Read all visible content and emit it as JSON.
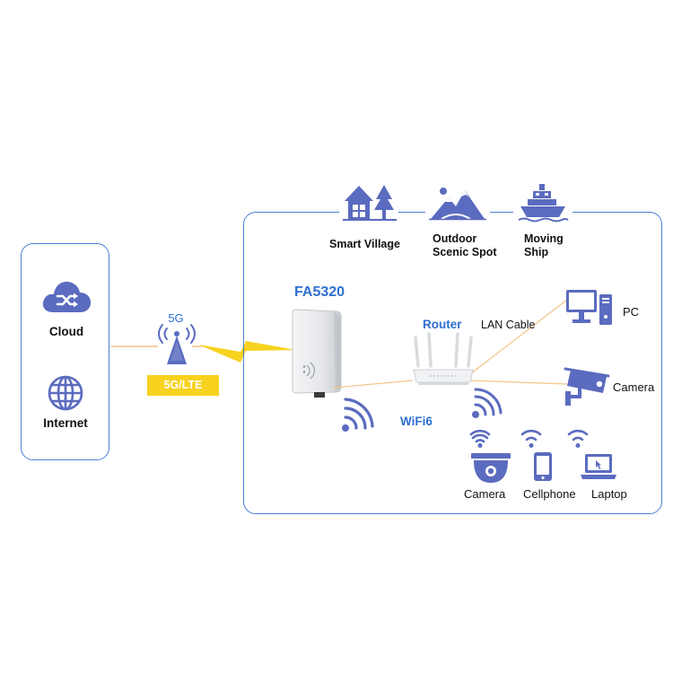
{
  "colors": {
    "accent": "#2e6fd0",
    "icon": "#5b6bbf",
    "panel_border": "#4a7fd4",
    "link_line": "#f5c48a",
    "lightning": "#f7d21e"
  },
  "left_panel": {
    "items": [
      {
        "label": "Cloud",
        "icon": "cloud-shuffle-icon"
      },
      {
        "label": "Internet",
        "icon": "globe-icon"
      }
    ]
  },
  "tower": {
    "label": "5G",
    "icon": "cell-tower-icon",
    "badge": "5G/LTE"
  },
  "scenes": [
    {
      "label_line1": "Smart Village",
      "label_line2": "",
      "icon": "village-icon"
    },
    {
      "label_line1": "Outdoor",
      "label_line2": "Scenic Spot",
      "icon": "mountain-icon"
    },
    {
      "label_line1": "Moving",
      "label_line2": "Ship",
      "icon": "ship-icon"
    }
  ],
  "device": {
    "model": "FA5320",
    "icon": "outdoor-cpe-icon"
  },
  "router": {
    "label": "Router",
    "icon": "router-icon",
    "wifi_label": "WiFi6"
  },
  "lan_cable_label": "LAN Cable",
  "wired_devices": [
    {
      "label": "PC",
      "icon": "pc-icon"
    },
    {
      "label": "Camera",
      "icon": "bullet-camera-icon"
    }
  ],
  "wireless_devices": [
    {
      "label": "Camera",
      "icon": "dome-camera-icon"
    },
    {
      "label": "Cellphone",
      "icon": "cellphone-icon"
    },
    {
      "label": "Laptop",
      "icon": "laptop-icon"
    }
  ]
}
